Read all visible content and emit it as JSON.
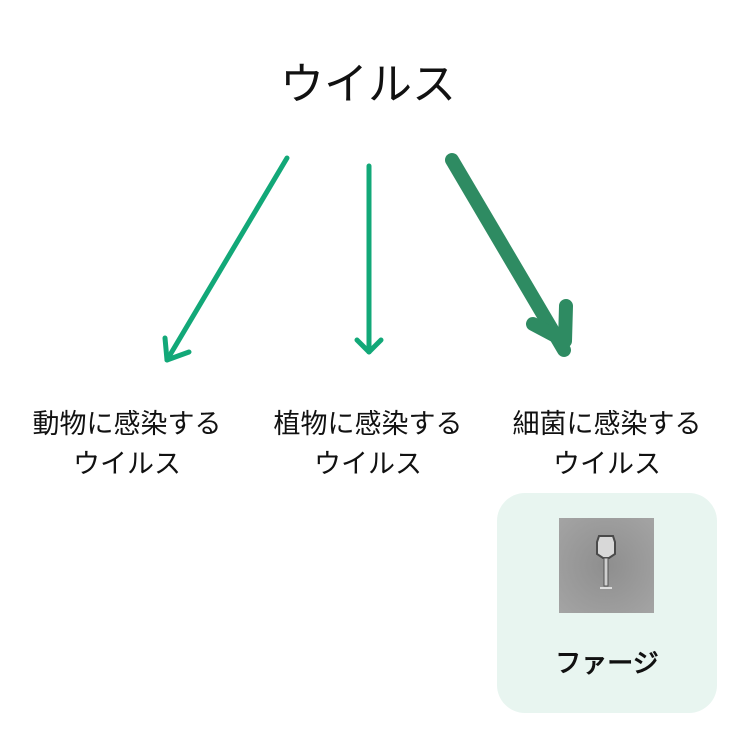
{
  "title": "ウイルス",
  "categories": [
    {
      "line1": "動物に感染する",
      "line2": "ウイルス"
    },
    {
      "line1": "植物に感染する",
      "line2": "ウイルス"
    },
    {
      "line1": "細菌に感染する",
      "line2": "ウイルス"
    }
  ],
  "example": {
    "label": "ファージ"
  },
  "colors": {
    "arrow": "#12a878",
    "arrow_emphasis": "#2e8b62",
    "box": "#e8f5f0"
  }
}
